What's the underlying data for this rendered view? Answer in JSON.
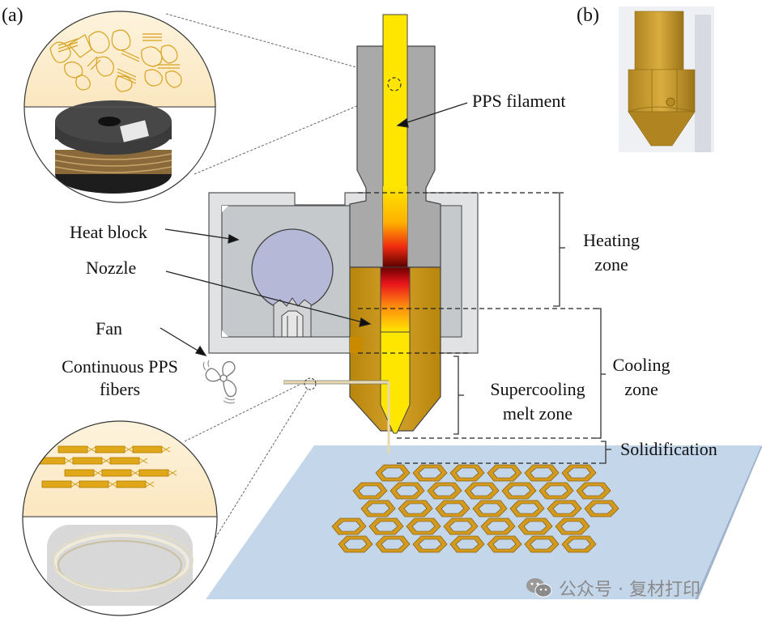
{
  "panels": {
    "a": "(a)",
    "b": "(b)"
  },
  "labels": {
    "pps_filament": "PPS filament",
    "heat_block": "Heat block",
    "nozzle": "Nozzle",
    "fan": "Fan",
    "continuous_fibers_line1": "Continuous PPS",
    "continuous_fibers_line2": "fibers",
    "heating_zone_line1": "Heating",
    "heating_zone_line2": "zone",
    "cooling_zone_line1": "Cooling",
    "cooling_zone_line2": "zone",
    "supercooling_line1": "Supercooling",
    "supercooling_line2": "melt zone",
    "solidification": "Solidification"
  },
  "watermark": {
    "icon": "wechat-icon",
    "text": "公众号 · 复材打印"
  },
  "colors": {
    "filament_yellow": "#ffe600",
    "melt_red": "#e8141b",
    "brass": "#c8941e",
    "steel_grey": "#a9a9a9",
    "block_grey": "#c9cccf",
    "cartridge_lavender": "#b6b8d8",
    "build_plate": "#c4d6ea",
    "inset_cream": "#fdf0d2"
  }
}
